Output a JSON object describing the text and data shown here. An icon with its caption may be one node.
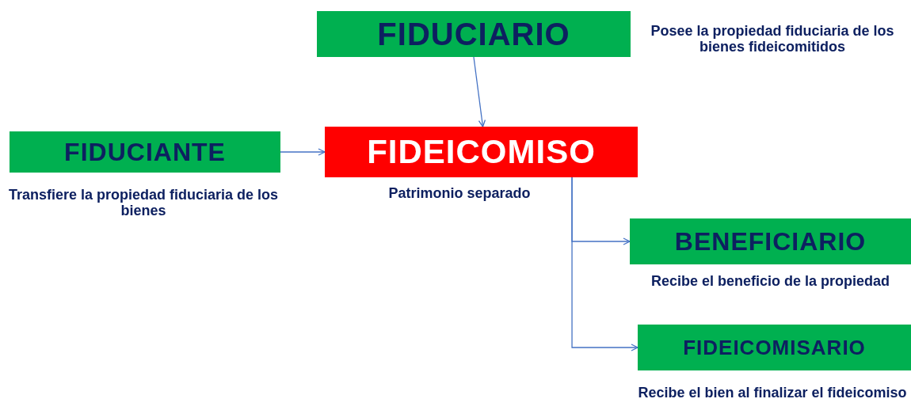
{
  "diagram": {
    "nodes": [
      {
        "text": [
          "FIDUCIARIO"
        ],
        "beside": [
          "Posee la propiedad fiduciaria de los bienes fideicomitidos"
        ]
      },
      {
        "text": [
          "FIDUCIANTE"
        ],
        "beside": [
          "Transfiere la propiedad fiduciaria de los bienes"
        ]
      },
      {
        "text": [
          "FIDEICOMISO"
        ],
        "beside": [
          "Patrimonio separado"
        ]
      },
      {
        "text": [
          "BENEFICIARIO"
        ],
        "beside": [
          "Recibe el beneficio de la propiedad"
        ]
      },
      {
        "text": [
          "FIDEICOMISARIO"
        ],
        "beside": [
          "Recibe el bien al finalizar el fideicomiso"
        ]
      }
    ],
    "edges": [
      {
        "from": 0,
        "to": 2,
        "arrow": "to"
      },
      {
        "from": 1,
        "to": 2,
        "arrow": "to"
      },
      {
        "from": 2,
        "to": 3,
        "arrow": "to"
      },
      {
        "from": 2,
        "to": 4,
        "arrow": "to"
      }
    ]
  }
}
